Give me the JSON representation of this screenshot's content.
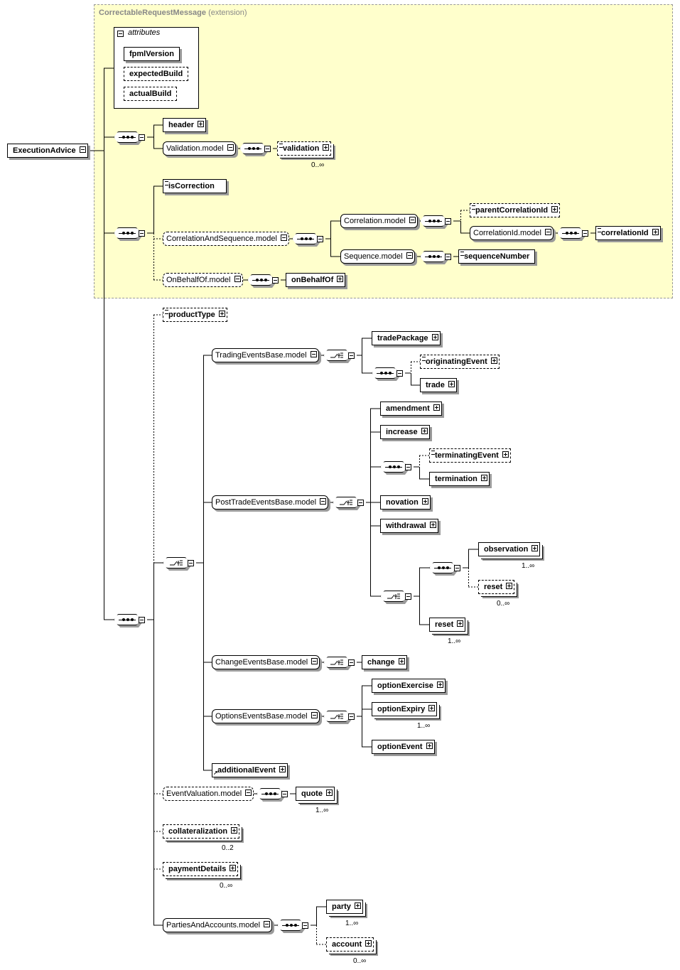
{
  "extension": {
    "name": "CorrectableRequestMessage",
    "tag": "(extension)"
  },
  "attributes": {
    "title": "attributes",
    "items": [
      "fpmlVersion",
      "expectedBuild",
      "actualBuild"
    ]
  },
  "root": "ExecutionAdvice",
  "nodes": {
    "header": "header",
    "validation_model": "Validation.model",
    "validation": "validation",
    "validation_occ": "0..∞",
    "isCorrection": "isCorrection",
    "correlation_and_sequence_model": "CorrelationAndSequence.model",
    "correlation_model": "Correlation.model",
    "parentCorrelationId": "parentCorrelationId",
    "correlationId_model": "CorrelationId.model",
    "correlationId": "correlationId",
    "sequence_model": "Sequence.model",
    "sequenceNumber": "sequenceNumber",
    "onBehalfOf_model": "OnBehalfOf.model",
    "onBehalfOf": "onBehalfOf",
    "productType": "productType",
    "trading_events_model": "TradingEventsBase.model",
    "tradePackage": "tradePackage",
    "originatingEvent": "originatingEvent",
    "trade": "trade",
    "post_trade_events_model": "PostTradeEventsBase.model",
    "amendment": "amendment",
    "increase": "increase",
    "terminatingEvent": "terminatingEvent",
    "termination": "termination",
    "novation": "novation",
    "withdrawal": "withdrawal",
    "observation": "observation",
    "observation_occ": "1..∞",
    "reset_a": "reset",
    "reset_a_occ": "0..∞",
    "reset_b": "reset",
    "reset_b_occ": "1..∞",
    "change_events_model": "ChangeEventsBase.model",
    "change": "change",
    "options_events_model": "OptionsEventsBase.model",
    "optionExercise": "optionExercise",
    "optionExpiry": "optionExpiry",
    "optionExpiry_occ": "1..∞",
    "optionEvent": "optionEvent",
    "additionalEvent": "additionalEvent",
    "event_valuation_model": "EventValuation.model",
    "quote": "quote",
    "quote_occ": "1..∞",
    "collateralization": "collateralization",
    "collateralization_occ": "0..2",
    "paymentDetails": "paymentDetails",
    "paymentDetails_occ": "0..∞",
    "parties_and_accounts_model": "PartiesAndAccounts.model",
    "party": "party",
    "party_occ": "1..∞",
    "account": "account",
    "account_occ": "0..∞"
  },
  "colors": {
    "extension_fill": "#ffffcc",
    "extension_border": "#999999",
    "shadow": "#9a9a9a"
  }
}
